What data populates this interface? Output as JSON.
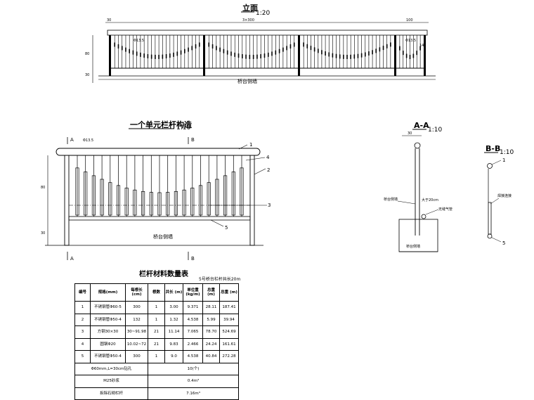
{
  "elevation": {
    "title": "立面",
    "scale": "1:20",
    "dim_span": "3×300",
    "dim_end": "100",
    "dim_pipe": "Φ13.5",
    "dim_pipe_r": "Φ13.5",
    "dim_top": "30",
    "dim_side": "14",
    "dim_h": "80",
    "dim_base": "30",
    "wall_label": "桥台侧墙"
  },
  "unit": {
    "title": "一个单元栏杆构造",
    "scale": "1:10",
    "cut_a": "A",
    "cut_b": "B",
    "pipe": "Φ13.5",
    "dim_h": "80",
    "dim_base": "30",
    "wall_label": "桥台侧墙",
    "callouts": [
      "1",
      "2",
      "3",
      "4",
      "5"
    ]
  },
  "section_aa": {
    "title": "A-A",
    "scale": "1:10",
    "dim_top": "30",
    "label_wall": "桥台侧墙",
    "label_embed": "大于20cm",
    "label_weld": "无缝气管",
    "label_base": "桥台侧墙"
  },
  "section_bb": {
    "title": "B-B",
    "scale": "1:10",
    "callout_1": "1",
    "callout_5": "5",
    "label_weld": "焊接连接"
  },
  "table": {
    "title": "栏杆材料数量表",
    "note": "5号桥台栏杆共长20m",
    "headers": [
      "编号",
      "规格(mm)",
      "每根长\n(cm)",
      "根数",
      "共长\n(m)",
      "单位重\n(kg/m)",
      "总重\n(m)",
      "总重\n(m)"
    ],
    "rows": [
      [
        "1",
        "不锈钢管Φ60-5",
        "300",
        "1",
        "3.00",
        "9.371",
        "28.11",
        "187.41"
      ],
      [
        "2",
        "不锈钢管Φ50-4",
        "132",
        "1",
        "1.32",
        "4.538",
        "5.99",
        "39.94"
      ],
      [
        "3",
        "方钢30×30",
        "30~91.98",
        "21",
        "11.14",
        "7.065",
        "78.70",
        "524.69"
      ],
      [
        "4",
        "圆钢Φ20",
        "10.02~72",
        "21",
        "9.83",
        "2.466",
        "24.24",
        "161.61"
      ],
      [
        "5",
        "不锈钢管Φ50-4",
        "300",
        "1",
        "9.0",
        "4.538",
        "40.84",
        "272.28"
      ]
    ],
    "extra": [
      {
        "label": "Φ60mm,L=30cm钻孔",
        "value": "10(个)"
      },
      {
        "label": "M25砂浆",
        "value": "0.4m³"
      },
      {
        "label": "拆除石砌栏杆",
        "value": "7.16m³"
      }
    ]
  }
}
